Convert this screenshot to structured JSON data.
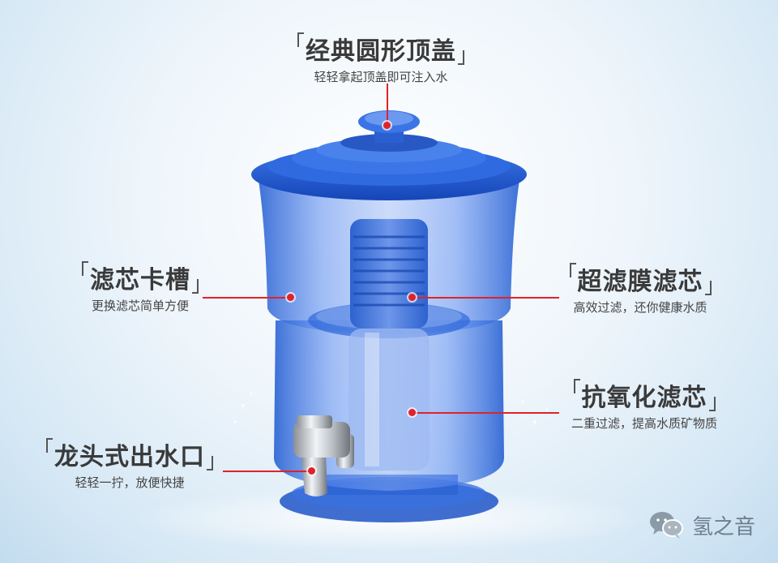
{
  "callouts": {
    "lid": {
      "title": "经典圆形顶盖",
      "sub": "轻轻拿起顶盖即可注入水"
    },
    "slot": {
      "title": "滤芯卡槽",
      "sub": "更换滤芯简单方便"
    },
    "membrane": {
      "title": "超滤膜滤芯",
      "sub": "高效过滤，还你健康水质"
    },
    "antiox": {
      "title": "抗氧化滤芯",
      "sub": "二重过滤，提高水质矿物质"
    },
    "tap": {
      "title": "龙头式出水口",
      "sub": "轻轻一拧，放便快捷"
    }
  },
  "watermark": {
    "text": "氢之音",
    "icon": "wechat-icon"
  },
  "colors": {
    "accent": "#e0222a",
    "vessel": "#1f5fd6"
  }
}
